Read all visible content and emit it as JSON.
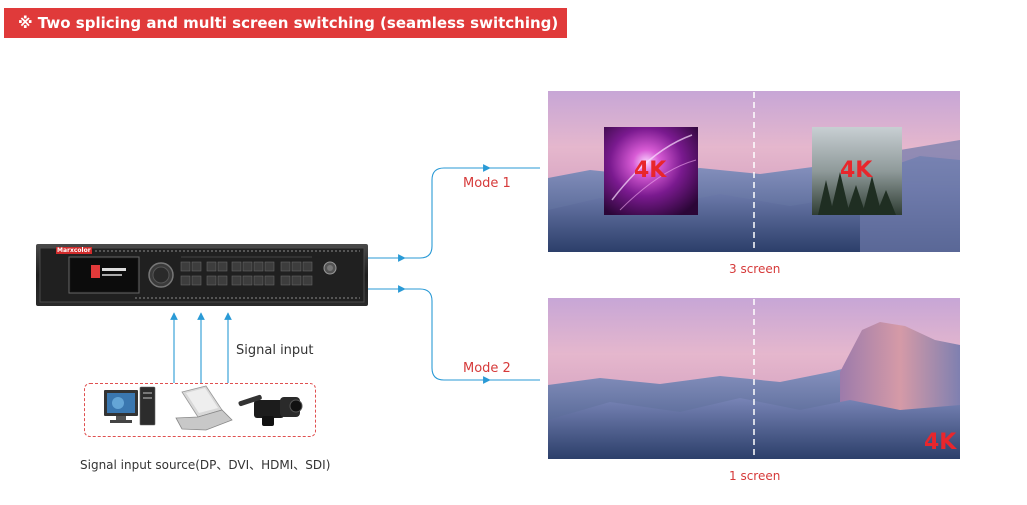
{
  "header": {
    "title": "※ Two splicing and multi screen switching (seamless switching)"
  },
  "device": {
    "brand": "Marxcolor"
  },
  "labels": {
    "signal_input": "Signal input",
    "signal_source": "Signal input source(DP、DVI、HDMI、SDI)"
  },
  "modes": [
    {
      "label": "Mode 1",
      "caption": "3 screen",
      "badges": [
        "4K",
        "4K"
      ]
    },
    {
      "label": "Mode 2",
      "caption": "1 screen",
      "badges": [
        "4K"
      ]
    }
  ],
  "colors": {
    "accent": "#e03a3a",
    "arrow": "#2a9ad6",
    "badge": "#e8262c"
  },
  "icons": [
    "computer-icon",
    "laptop-icon",
    "camcorder-icon"
  ]
}
